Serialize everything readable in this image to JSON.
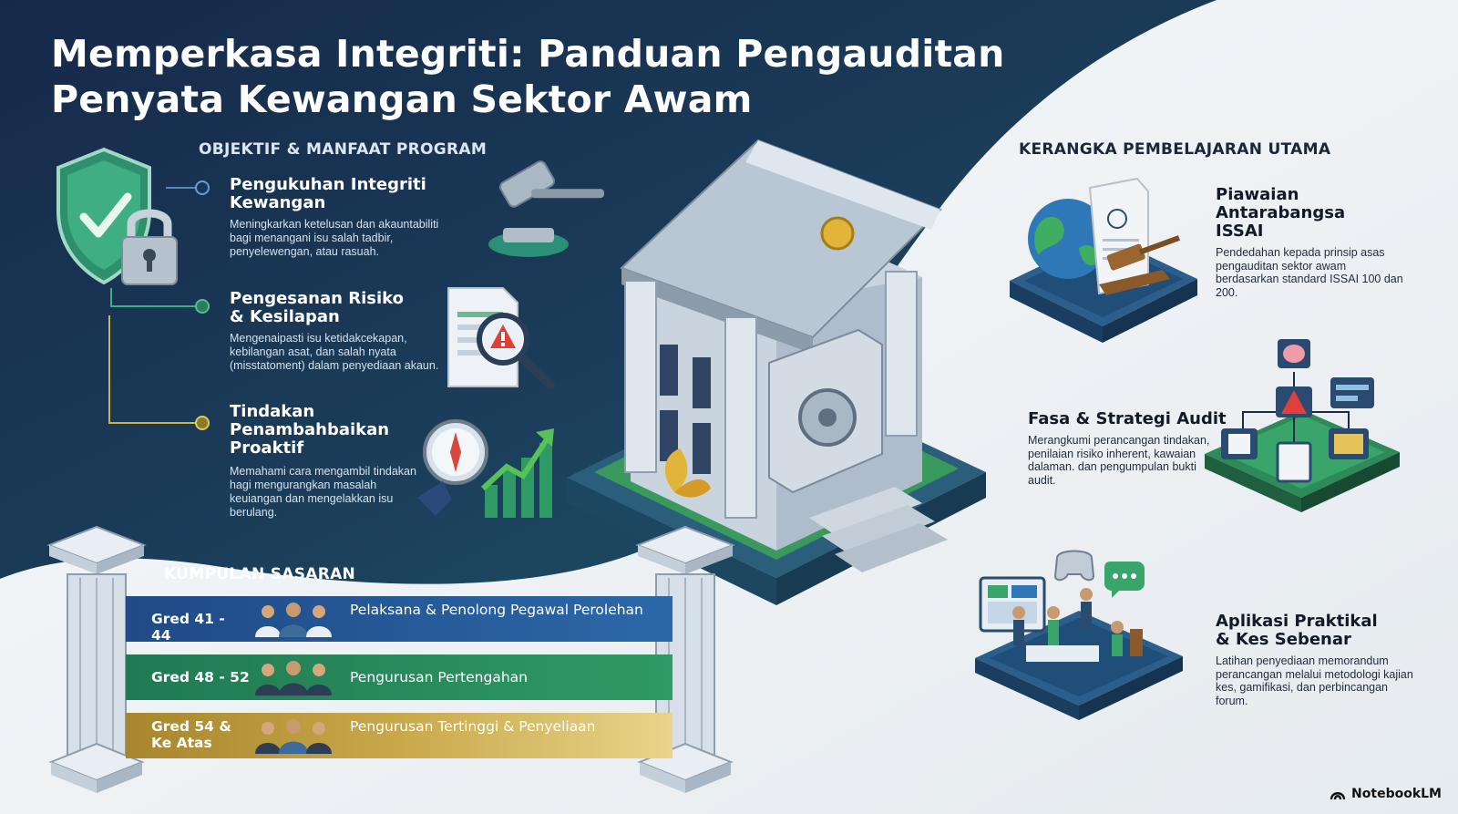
{
  "title": {
    "line1": "Memperkasa Integriti: Panduan Pengauditan",
    "line2": "Penyata Kewangan Sektor Awam"
  },
  "objektif": {
    "heading": "OBJEKTIF & MANFAAT PROGRAM",
    "items": [
      {
        "title": "Pengukuhan Integriti Kewangan",
        "desc": "Meningkarkan ketelusan dan akauntabiliti bagi menangani isu salah tadbir, penyelewengan, atau rasuah."
      },
      {
        "title": "Pengesanan Risiko & Kesilapan",
        "desc": "Mengenaipasti isu ketidakcekapan, kebilangan asat, dan salah nyata (misstatoment) dalam penyediaan akaun."
      },
      {
        "title": "Tindakan Penambahbaikan Proaktif",
        "desc": "Memahami cara mengambil tindakan hagi mengurangkan masalah keuiangan dan mengelakkan isu berulang."
      }
    ]
  },
  "kumpulan": {
    "heading": "KUMPULAN SASARAN",
    "rows": [
      {
        "grade": "Gred 41 - 44",
        "label": "Pelaksana & Penolong Pegawal Perolehan"
      },
      {
        "grade": "Gred 48 - 52",
        "label": "Pengurusan Pertengahan"
      },
      {
        "grade": "Gred 54 & Ke Atas",
        "label": "Pengurusan Tertinggi & Penyeliaan"
      }
    ]
  },
  "kerangka": {
    "heading": "KERANGKA PEMBELAJARAN UTAMA",
    "items": [
      {
        "title": "Piawaian Antarabangsa ISSAI",
        "desc": "Pendedahan kepada prinsip asas pengauditan sektor awam berdasarkan standard ISSAI 100 dan 200."
      },
      {
        "title": "Fasa & Strategi Audit",
        "desc": "Merangkumi perancangan tindakan, penilaian risiko inherent, kawaian dalaman. dan pengumpulan bukti audit."
      },
      {
        "title": "Aplikasi Praktikal & Kes Sebenar",
        "desc": "Latihan penyediaan memorandum perancangan melalui metodologi kajian kes, gamifikasi, dan perbincangan forum."
      }
    ]
  },
  "brand": {
    "name": "NotebookLM"
  },
  "colors": {
    "navy": "#16294a",
    "teal": "#1d5566",
    "band_blue": "#2c68a8",
    "band_green": "#2f9a66",
    "band_gold": "#c9a84a",
    "accent_green": "#3aa56a",
    "accent_gold": "#d4b04a"
  },
  "icons": [
    "shield-check-icon",
    "padlock-icon",
    "gavel-icon",
    "document-search-icon",
    "compass-icon",
    "growth-chart-icon",
    "bank-building-icon",
    "globe-icon",
    "brain-icon",
    "warning-icon",
    "team-icon",
    "gamepad-icon",
    "chat-icon",
    "notebooklm-icon"
  ]
}
